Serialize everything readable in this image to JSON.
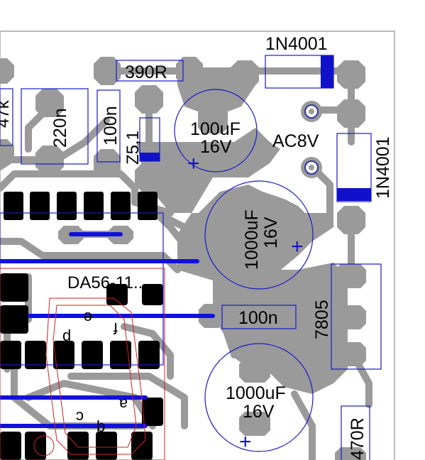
{
  "board": {
    "labels": {
      "r390": "390R",
      "d1": "1N4001",
      "d2": "1N4001",
      "c220": "220n",
      "c100a": "100n",
      "zener": "Z5,1",
      "r47k": "47k",
      "c100u": "100uF",
      "c100u_v": "16V",
      "ac": "AC8V",
      "c1000a": "1000uF",
      "c1000a_v": "16V",
      "display": "DA56-11...",
      "c100b": "100n",
      "reg": "7805",
      "c1000b": "1000uF",
      "c1000b_v": "16V",
      "r470": "470R",
      "seg_a": "a",
      "seg_b": "b",
      "seg_c": "c",
      "seg_d": "d",
      "seg_e": "e",
      "seg_f": "f",
      "plus": "+"
    }
  }
}
